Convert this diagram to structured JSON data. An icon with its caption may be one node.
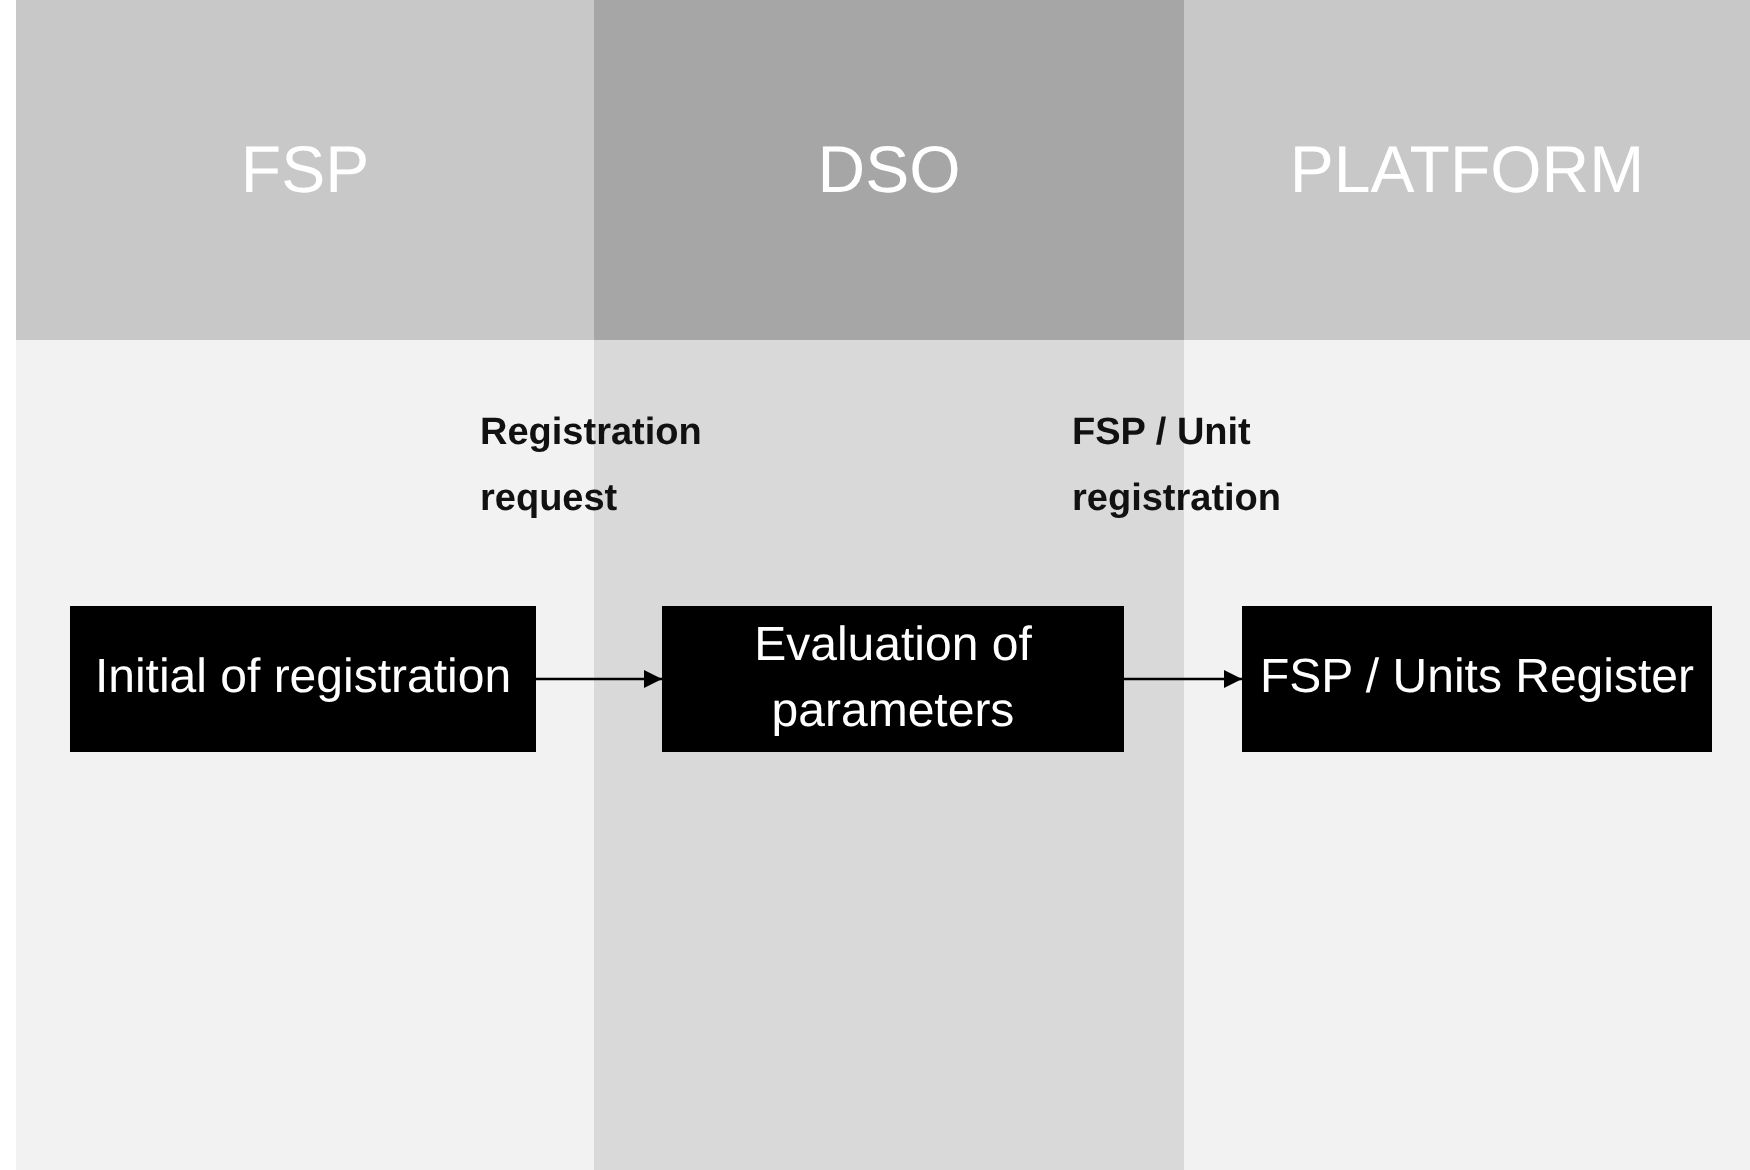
{
  "diagram": {
    "nodes": [
      {
        "text": [
          "FSP"
        ]
      },
      {
        "text": [
          "DSO"
        ]
      },
      {
        "text": [
          "PLATFORM"
        ]
      },
      {
        "text": [
          "Initial of registration"
        ],
        "in": 0
      },
      {
        "text": [
          "Evaluation of parameters"
        ],
        "in": 1
      },
      {
        "text": [
          "FSP / Units Register"
        ],
        "in": 2
      }
    ],
    "edges": [
      {
        "from": 3,
        "to": 4,
        "arrow": "to",
        "label": "Registration request"
      },
      {
        "from": 4,
        "to": 5,
        "arrow": "to",
        "label": "FSP / Unit registration"
      }
    ]
  }
}
